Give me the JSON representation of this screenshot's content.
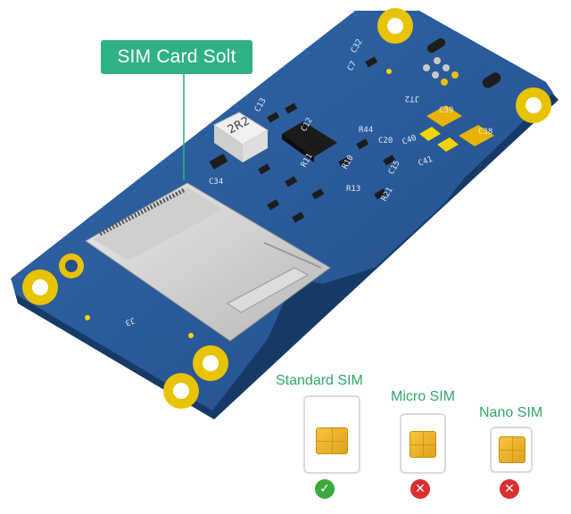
{
  "callout": {
    "label": "SIM Card Solt"
  },
  "board_markings": {
    "inductor": "2R2",
    "slot_label": "J3",
    "header_label": "JT2",
    "components": [
      "C32",
      "C7",
      "C12",
      "C13",
      "C34",
      "R44",
      "C20",
      "C40",
      "C39",
      "C38",
      "C41",
      "C15",
      "R10",
      "R11",
      "R13",
      "R21"
    ]
  },
  "sim_sizes": [
    {
      "label": "Standard SIM",
      "supported": true,
      "status_icon": "check-icon"
    },
    {
      "label": "Micro SIM",
      "supported": false,
      "status_icon": "cross-icon"
    },
    {
      "label": "Nano SIM",
      "supported": false,
      "status_icon": "cross-icon"
    }
  ],
  "colors": {
    "pcb": "#2b5d9e",
    "pcb_dark": "#1d4678",
    "pads_gold": "#e8c300",
    "callout_bg": "#2fb184",
    "label_green": "#2fa868",
    "ok": "#3caa3c",
    "no": "#d9302f"
  }
}
